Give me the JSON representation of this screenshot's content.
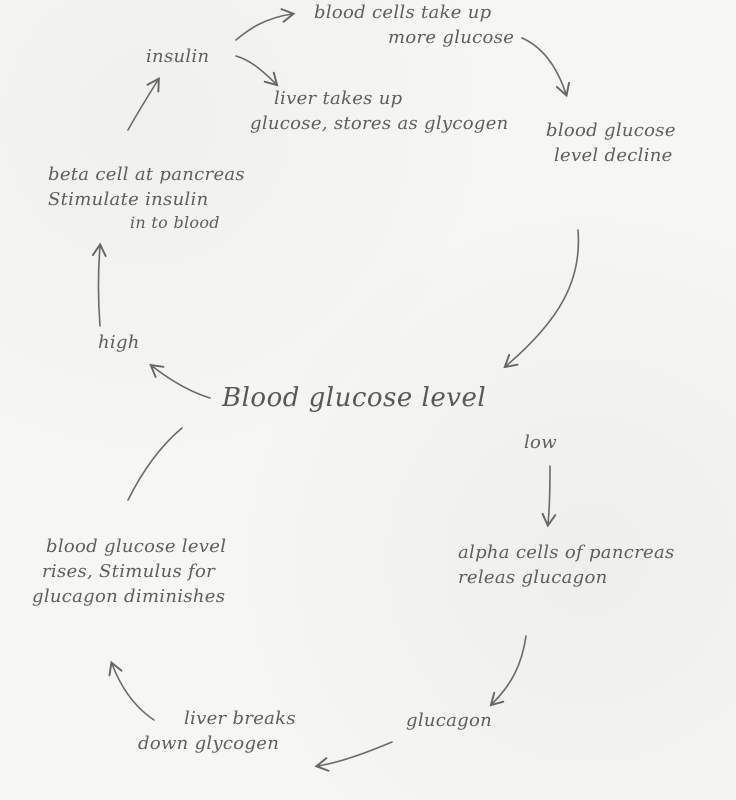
{
  "nodes": {
    "blood_cells": [
      "blood cells take up",
      "more glucose"
    ],
    "insulin": "insulin",
    "liver_takes_up": [
      "liver takes up",
      "glucose, stores as glycogen"
    ],
    "blood_glucose_decline": [
      "blood glucose",
      "level decline"
    ],
    "beta_cell": [
      "beta cell at pancreas",
      "Stimulate insulin",
      "in to blood"
    ],
    "high": "high",
    "center": "Blood glucose level",
    "low": "low",
    "alpha_cells": [
      "alpha cells of pancreas",
      "releas glucagon"
    ],
    "glucagon": "glucagon",
    "liver_breaks": [
      "liver breaks",
      "down glycogen"
    ],
    "blood_glucose_rises": [
      "blood glucose level",
      "rises, Stimulus for",
      "glucagon diminishes"
    ]
  },
  "colors": {
    "ink": "#5e5e5e",
    "paper": "#f6f6f3"
  }
}
